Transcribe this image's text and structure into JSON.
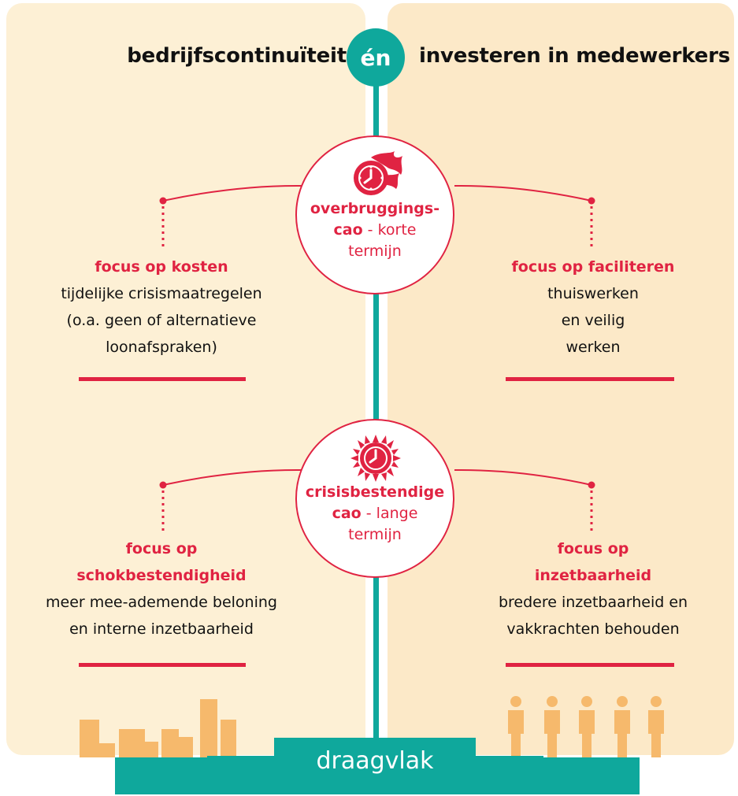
{
  "colors": {
    "red": "#e02342",
    "teal": "#0fa89c",
    "orange": "#f6b96c",
    "panel_left": "#fdf0d5",
    "panel_right": "#fce9c8"
  },
  "header": {
    "left": "bedrijfscontinuïteit",
    "center": "én",
    "right": "investeren in medewerkers"
  },
  "nodes": [
    {
      "icon": "fire-clock-icon",
      "title": "overbruggings-",
      "bold2": "cao",
      "rest2": " - korte",
      "line3": "termijn"
    },
    {
      "icon": "sun-clock-icon",
      "title": "crisisbestendige",
      "bold2": "cao",
      "rest2": " - lange",
      "line3": "termijn"
    }
  ],
  "blocks": {
    "top_left": {
      "title": "focus op kosten",
      "lines": [
        "tijdelijke crisismaatregelen",
        "(o.a. geen of alternatieve",
        "loonafspraken)"
      ]
    },
    "top_right": {
      "title": "focus op faciliteren",
      "lines": [
        "thuiswerken",
        "en veilig",
        "werken"
      ]
    },
    "bottom_left": {
      "title1": "focus op",
      "title2": "schokbestendigheid",
      "lines": [
        "meer mee-ademende beloning",
        "en interne inzetbaarheid"
      ]
    },
    "bottom_right": {
      "title1": "focus op",
      "title2": "inzetbaarheid",
      "lines": [
        "bredere inzetbaarheid en",
        "vakkrachten behouden"
      ]
    }
  },
  "footer": {
    "label": "draagvlak"
  }
}
